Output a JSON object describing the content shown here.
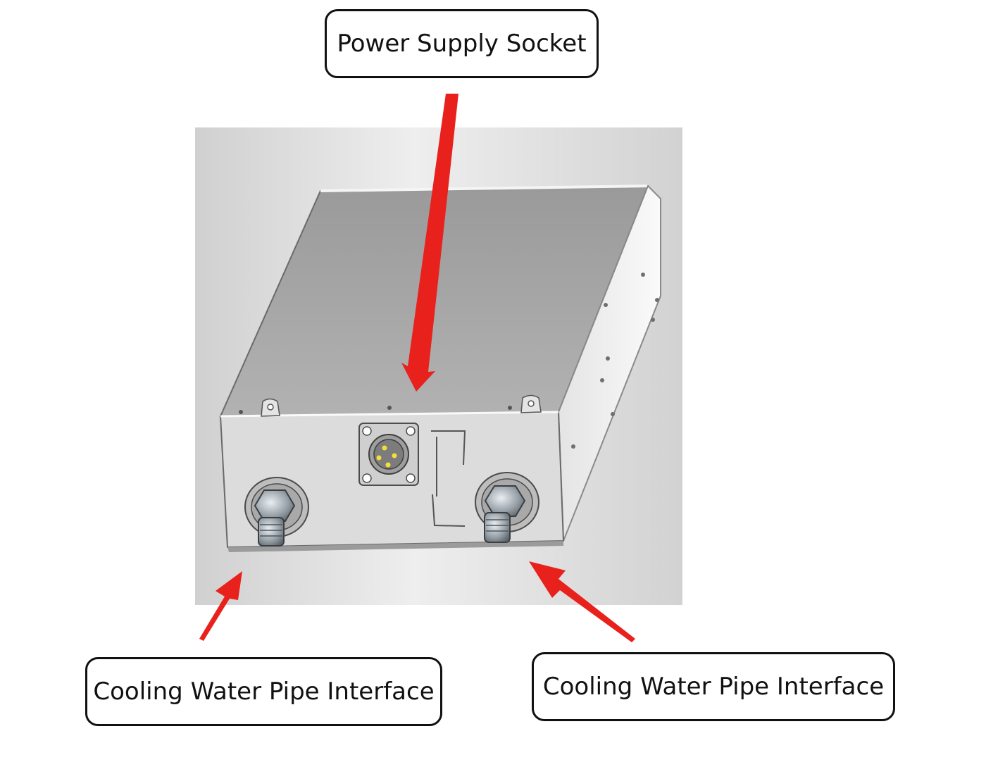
{
  "labels": {
    "power_supply_socket": "Power Supply Socket",
    "cooling_water_left": "Cooling Water Pipe Interface",
    "cooling_water_right": "Cooling Water Pipe Interface"
  },
  "colors": {
    "arrow": "#e8211d",
    "backdrop": "#d9d9d9",
    "top_panel": "#a8a8a8",
    "side_panel": "#f3f3f3",
    "front_panel": "#dcdcdc"
  },
  "icons": {
    "connector": "four-pin-power-connector-icon",
    "fitting": "hex-pipe-fitting-icon"
  }
}
